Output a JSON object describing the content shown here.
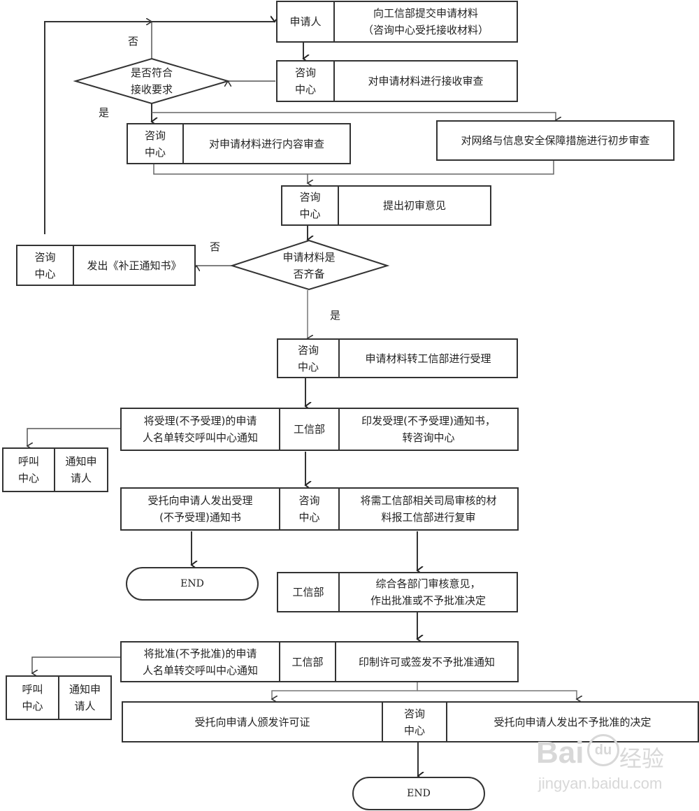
{
  "flowchart": {
    "roles": {
      "applicant": "申请人",
      "consult_center": "咨询\n中心",
      "miit": "工信部",
      "call_center": "呼叫\n中心"
    },
    "nodes": {
      "submit": {
        "role": "申请人",
        "text": "向工信部提交申请材料\n（咨询中心受托接收材料）"
      },
      "receive_review": {
        "role": "咨询\n中心",
        "text": "对申请材料进行接收审查"
      },
      "decision_accept": {
        "text": "是否符合\n接收要求"
      },
      "content_review": {
        "role": "咨询\n中心",
        "text": "对申请材料进行内容审查"
      },
      "security_review": {
        "text": "对网络与信息安全保障措施进行初步审查"
      },
      "preliminary_opinion": {
        "role": "咨询\n中心",
        "text": "提出初审意见"
      },
      "decision_complete": {
        "text": "申请材料是\n否齐备"
      },
      "correction_notice": {
        "role": "咨询\n中心",
        "text": "发出《补正通知书》"
      },
      "transfer_miit": {
        "role": "咨询\n中心",
        "text": "申请材料转工信部进行受理"
      },
      "issue_acceptance": {
        "left": "将受理(不予受理)的申请\n人名单转交呼叫中心通知",
        "role": "工信部",
        "right": "印发受理(不予受理)通知书，\n转咨询中心"
      },
      "call_notify_1": {
        "role": "呼叫\n中心",
        "text": "通知申\n请人"
      },
      "consult_notify": {
        "left": "受托向申请人发出受理\n(不予受理)通知书",
        "role": "咨询\n中心",
        "right": "将需工信部相关司局审核的材\n料报工信部进行复审"
      },
      "end_1": {
        "text": "END"
      },
      "decision_make": {
        "role": "工信部",
        "text": "综合各部门审核意见，\n作出批准或不予批准决定"
      },
      "issue_permit": {
        "left": "将批准(不予批准)的申请\n人名单转交呼叫中心通知",
        "role": "工信部",
        "right": "印制许可或签发不予批准通知"
      },
      "call_notify_2": {
        "role": "呼叫\n中心",
        "text": "通知申\n请人"
      },
      "final": {
        "left": "受托向申请人颁发许可证",
        "role": "咨询\n中心",
        "right": "受托向申请人发出不予批准的决定"
      },
      "end_2": {
        "text": "END"
      }
    },
    "edge_labels": {
      "no_1": "否",
      "yes_1": "是",
      "no_2": "否",
      "yes_2": "是"
    }
  },
  "watermark": {
    "brand": "Bai",
    "paw_text": "du",
    "brand_cn": "经验",
    "url": "jingyan.baidu.com"
  }
}
